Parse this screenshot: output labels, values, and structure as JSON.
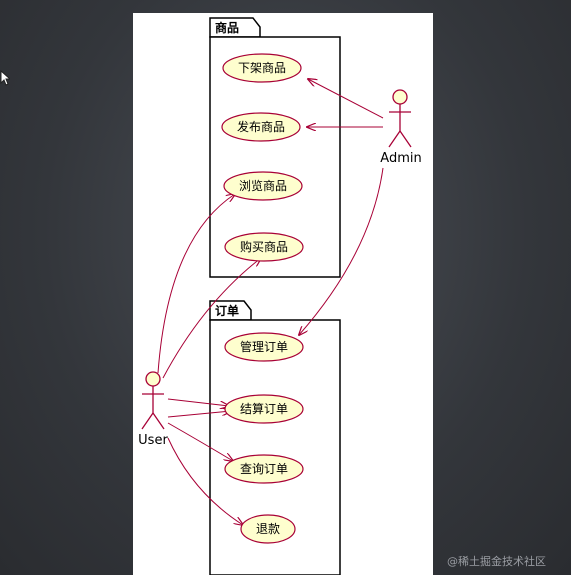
{
  "packages": {
    "goods": {
      "title": "商品"
    },
    "orders": {
      "title": "订单"
    }
  },
  "use_cases": [
    {
      "id": "delist",
      "label": "下架商品"
    },
    {
      "id": "publish",
      "label": "发布商品"
    },
    {
      "id": "browse",
      "label": "浏览商品"
    },
    {
      "id": "buy",
      "label": "购买商品"
    },
    {
      "id": "manage",
      "label": "管理订单"
    },
    {
      "id": "checkout",
      "label": "结算订单"
    },
    {
      "id": "query",
      "label": "查询订单"
    },
    {
      "id": "refund",
      "label": "退款"
    }
  ],
  "actors": {
    "admin": {
      "label": "Admin"
    },
    "user": {
      "label": "User"
    }
  },
  "associations": [
    {
      "from": "admin",
      "to": "delist"
    },
    {
      "from": "admin",
      "to": "publish"
    },
    {
      "from": "admin",
      "to": "manage"
    },
    {
      "from": "user",
      "to": "browse"
    },
    {
      "from": "user",
      "to": "buy"
    },
    {
      "from": "user",
      "to": "checkout"
    },
    {
      "from": "user",
      "to": "query"
    },
    {
      "from": "user",
      "to": "refund"
    }
  ],
  "colors": {
    "usecase_fill": "#fefece",
    "usecase_stroke": "#a80036",
    "arrow": "#a80036",
    "page_bg": "#3a3d42"
  },
  "watermark": "@稀土掘金技术社区"
}
